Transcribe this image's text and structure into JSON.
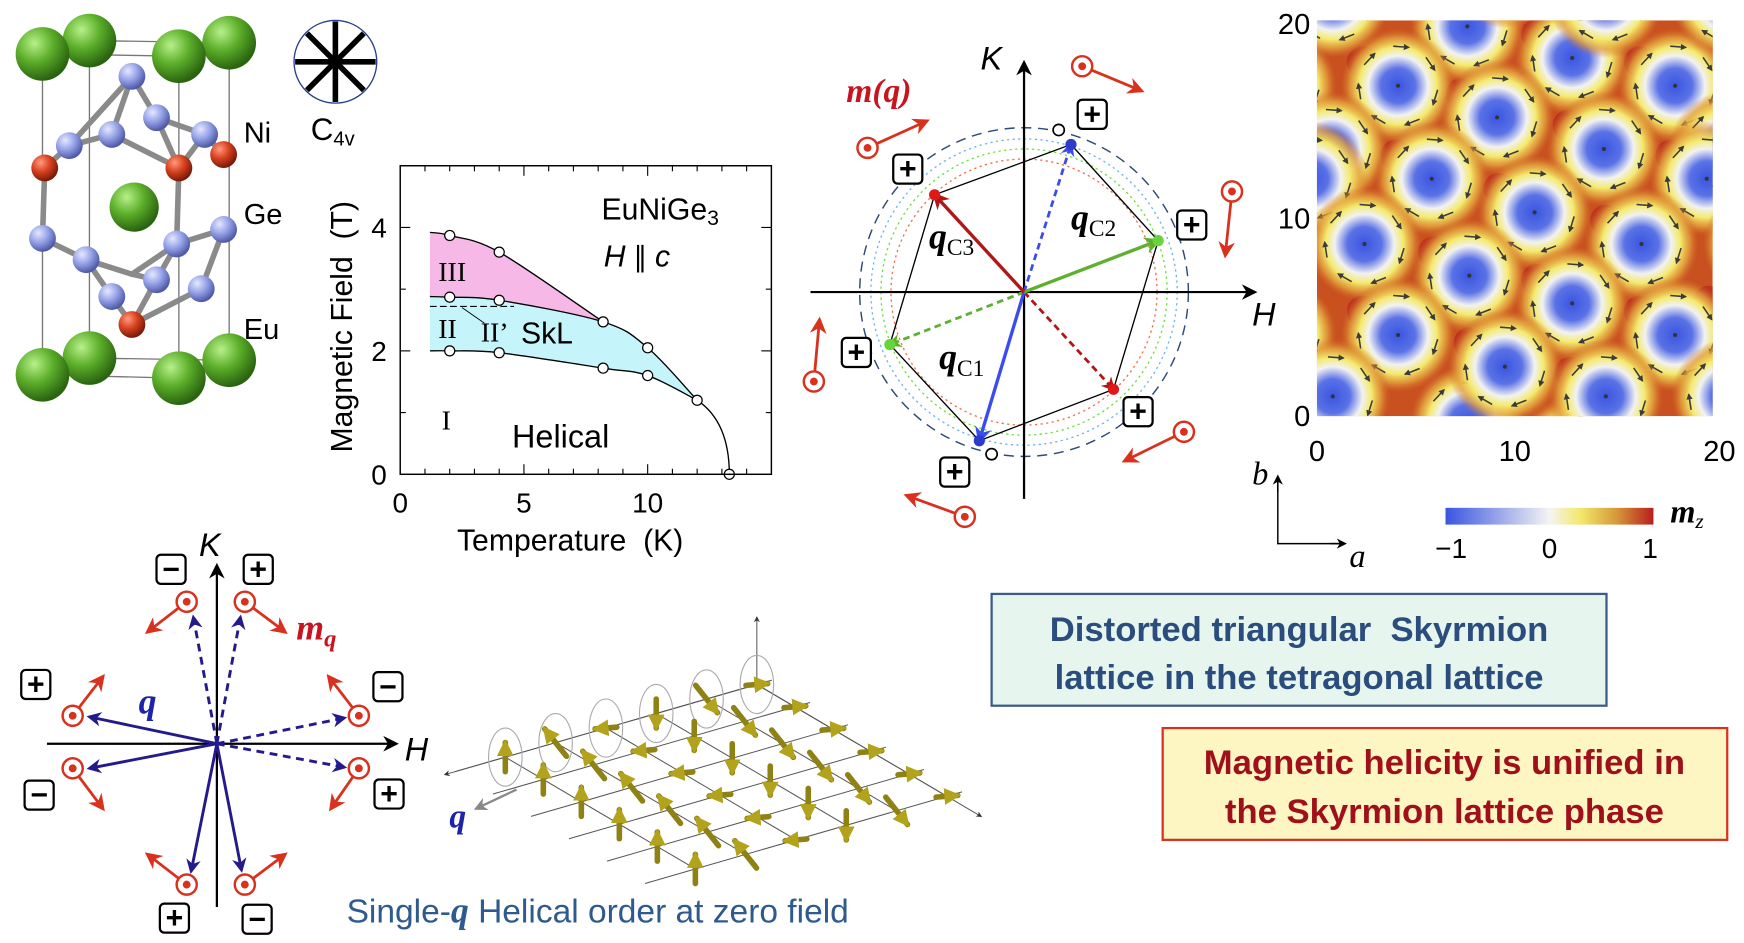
{
  "crystal": {
    "atom_labels": {
      "ni": "Ni",
      "ge": "Ge",
      "eu": "Eu"
    },
    "symmetry": {
      "main": "C",
      "sub": "4v"
    }
  },
  "phase_diagram": {
    "compound": {
      "main": "EuNiGe",
      "sub": "3"
    },
    "field_direction": {
      "h": "H",
      "parallel": " ∥ ",
      "c": "c"
    },
    "regions": {
      "III": "III",
      "II": "II",
      "II_prime": "II’",
      "skl": "SkL",
      "I": "I",
      "helical": "Helical"
    },
    "xtick_labels": [
      "0",
      "5",
      "10"
    ],
    "ytick_labels": [
      "0",
      "2",
      "4"
    ],
    "xlabel": "Temperature  (K)",
    "ylabel": "Magnetic Field  (T)"
  },
  "chart_data": {
    "type": "scatter",
    "title": "",
    "xlabel": "Temperature  (K)",
    "ylabel": "Magnetic Field  (T)",
    "xlim": [
      0,
      15
    ],
    "ylim": [
      0,
      5
    ],
    "xticks": [
      0,
      5,
      10
    ],
    "yticks": [
      0,
      2,
      4
    ],
    "grid": false,
    "boundaries": {
      "phase_III_upper": [
        [
          2,
          3.87
        ],
        [
          4,
          3.6
        ],
        [
          8.2,
          2.47
        ]
      ],
      "phase_II_upper": [
        [
          2,
          2.87
        ],
        [
          4,
          2.82
        ],
        [
          8.2,
          2.47
        ],
        [
          10,
          2.05
        ],
        [
          12,
          1.2
        ]
      ],
      "phase_II_lower": [
        [
          2,
          2.0
        ],
        [
          4,
          1.97
        ],
        [
          8.2,
          1.72
        ],
        [
          10,
          1.6
        ],
        [
          12,
          1.2
        ]
      ],
      "helical_upper": [
        [
          12,
          1.2
        ],
        [
          13.3,
          0
        ]
      ]
    },
    "dashed_II_prime_field": 2.72
  },
  "q_diagram": {
    "axis_k": "K",
    "axis_h": "H",
    "m_label": "m(q)",
    "q_main": "q",
    "q_labels": {
      "c1": "C1",
      "c2": "C2",
      "c3": "C3"
    },
    "box_symbol_plus": "+",
    "colors": {
      "c1": "#3a4cf0",
      "c2": "#5fb030",
      "c3": "#b01818",
      "m": "#d8321e"
    }
  },
  "skyrmion_map": {
    "y_ticks": [
      "0",
      "10",
      "20"
    ],
    "x_ticks": [
      "0",
      "10",
      "20"
    ],
    "colorbar_ticks": [
      "−1",
      "0",
      "1"
    ],
    "colorbar_label": {
      "main": "m",
      "sub": "z"
    },
    "axis_a": "a",
    "axis_b": "b",
    "colors": {
      "low": "#3a55e0",
      "mid_low": "#f4f4f2",
      "mid_high": "#f3e86a",
      "high": "#b81e1e"
    }
  },
  "single_q": {
    "axis_k": "K",
    "axis_h": "H",
    "m_label": {
      "main": "m",
      "sub": "q"
    },
    "q_label": "q",
    "box_symbols": {
      "plus": "+",
      "minus": "−"
    }
  },
  "helical_3d": {
    "q_label": "q",
    "caption": {
      "pre": "Single-",
      "q": "q",
      "post": " Helical order at zero field"
    }
  },
  "callouts": {
    "skyrmion_box": {
      "line1": "Distorted triangular  Skyrmion",
      "line2": "lattice in the tetragonal lattice"
    },
    "helicity_box": {
      "line1": "Magnetic helicity is unified in",
      "line2": "the Skyrmion lattice phase"
    }
  }
}
